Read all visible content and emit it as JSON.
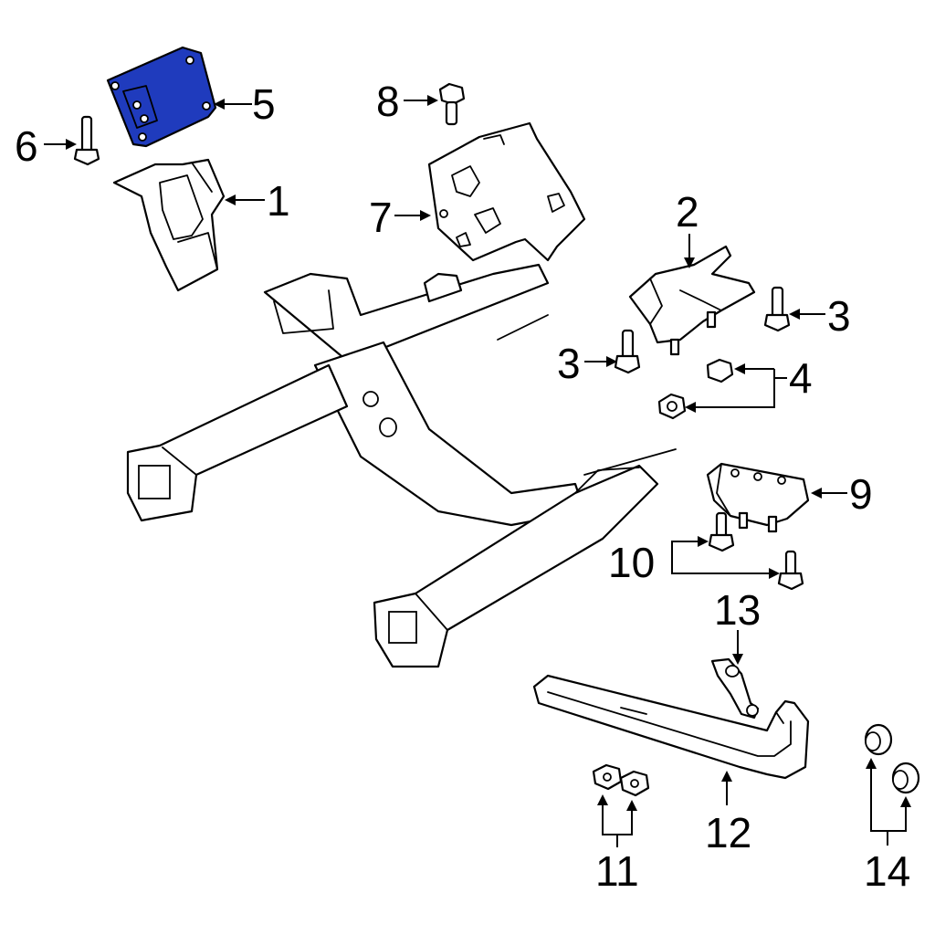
{
  "diagram": {
    "highlight_color": "#1f3bbd",
    "callouts": [
      {
        "id": "1",
        "label": "1"
      },
      {
        "id": "2",
        "label": "2"
      },
      {
        "id": "3a",
        "label": "3"
      },
      {
        "id": "3b",
        "label": "3"
      },
      {
        "id": "4",
        "label": "4"
      },
      {
        "id": "5",
        "label": "5"
      },
      {
        "id": "6",
        "label": "6"
      },
      {
        "id": "7",
        "label": "7"
      },
      {
        "id": "8",
        "label": "8"
      },
      {
        "id": "9",
        "label": "9"
      },
      {
        "id": "10",
        "label": "10"
      },
      {
        "id": "11",
        "label": "11"
      },
      {
        "id": "12",
        "label": "12"
      },
      {
        "id": "13",
        "label": "13"
      },
      {
        "id": "14",
        "label": "14"
      }
    ]
  }
}
